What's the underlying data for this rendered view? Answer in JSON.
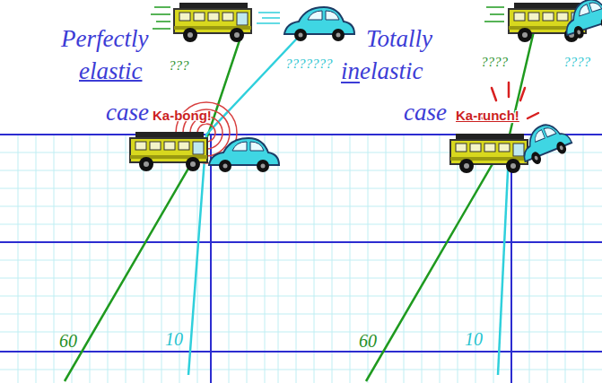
{
  "diagram": {
    "labels": [
      "Perfectly",
      "elastic",
      "case",
      "Ka-bong!",
      "???",
      "???????",
      "60",
      "10",
      "Totally",
      "inelastic",
      "case",
      "Ka-runch!",
      "????",
      "????",
      "60",
      "10"
    ]
  }
}
